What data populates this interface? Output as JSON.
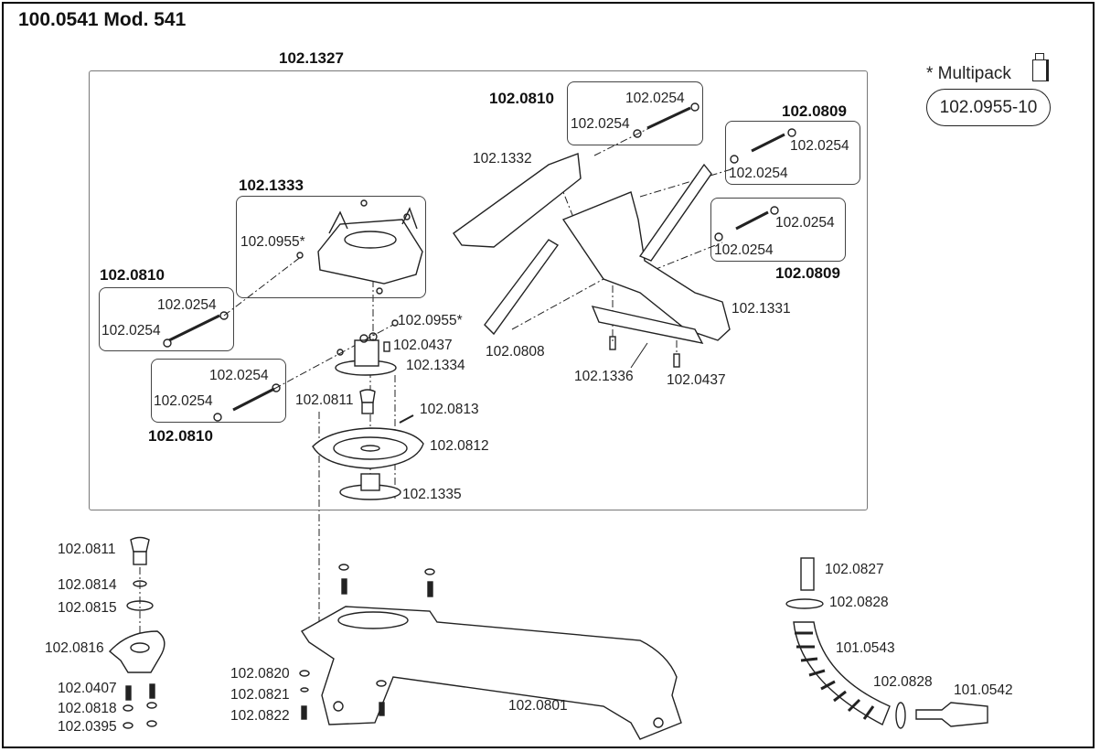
{
  "diagram": {
    "title": "100.0541 Mod. 541",
    "multipack": {
      "label": "* Multipack",
      "part": "102.0955-10",
      "icon": "multipack-box-icon"
    },
    "assembly_main": "102.1327",
    "kits": {
      "k1333": {
        "title": "102.1333",
        "screw": "102.0955*"
      },
      "k0810_left_top": {
        "title": "102.0810",
        "nut_a": "102.0254",
        "nut_b": "102.0254"
      },
      "k0810_left_bottom": {
        "title": "102.0810",
        "nut_a": "102.0254",
        "nut_b": "102.0254"
      },
      "k0810_top": {
        "title": "102.0810",
        "nut_a": "102.0254",
        "nut_b": "102.0254"
      },
      "k0809_top": {
        "title": "102.0809",
        "nut_a": "102.0254",
        "nut_b": "102.0254"
      },
      "k0809_bottom": {
        "title": "102.0809",
        "nut_a": "102.0254",
        "nut_b": "102.0254"
      }
    },
    "center_parts": {
      "screw": "102.0955*",
      "bolt": "102.0437",
      "mount": "102.1334",
      "knob": "102.0811",
      "pin": "102.0813",
      "diaphragm": "102.0812",
      "base_plate": "102.1335"
    },
    "lever_parts": {
      "arm_top": "102.1332",
      "lever": "102.1331",
      "arm_bottom": "102.0808",
      "bracket": "102.1336",
      "bolt": "102.0437"
    },
    "valve_stack": {
      "knob": "102.0811",
      "washer": "102.0814",
      "ring": "102.0815",
      "housing": "102.0816",
      "stud": "102.0407",
      "lock_washer": "102.0818",
      "nut": "102.0395"
    },
    "base": {
      "part": "102.0801",
      "nut": "102.0820",
      "washer": "102.0821",
      "bolt": "102.0822"
    },
    "hose": {
      "fitting": "102.0827",
      "clamp_top": "102.0828",
      "hose": "101.0543",
      "clamp_bottom": "102.0828",
      "nozzle": "101.0542"
    }
  }
}
